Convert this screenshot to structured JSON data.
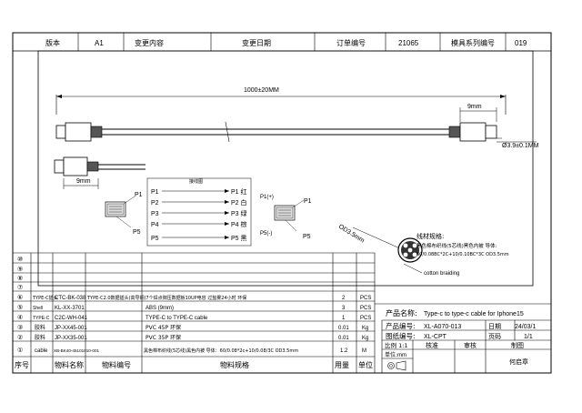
{
  "title_block_top": {
    "version_label": "版本",
    "version_value": "A1",
    "change_content_label": "变更内容",
    "change_date_label": "变更日期",
    "order_no_label": "订单编号",
    "order_no_value": "21065",
    "mold_series_label": "模具系列编号",
    "mold_series_value": "019"
  },
  "dimensions": {
    "total_length": "1000±20MM",
    "right_end_length": "9mm",
    "left_end_length": "9mm",
    "diameter": "Ø3.9±0.1MM"
  },
  "wiring": {
    "title": "接线图",
    "left_pins": [
      "P1",
      "P2",
      "P3",
      "P4",
      "P5"
    ],
    "right_pins": [
      "P1 红",
      "P2 白",
      "P3 绿",
      "P4 棕",
      "P5 黑"
    ],
    "left_connector_top": "P1",
    "left_connector_bottom": "P5",
    "right_connector_top": "P1",
    "right_label_plus": "P1(+)",
    "right_label_minus": "P5(-)",
    "right_connector_bottom": "P5"
  },
  "cross_section": {
    "od": "OD3.5mm",
    "spec_title": "线材规格:",
    "spec_line1": "黑色棉布织线(5芯线)黑色内被 导体:",
    "spec_line2": "60/0.08BC*2C+10/0.10BC*3C OD3.5mm",
    "braid_label": "cotton braiding"
  },
  "bom": {
    "header": {
      "seq": "序号",
      "name": "物料名称",
      "code": "物料编号",
      "spec": "物料规格",
      "qty": "用量",
      "unit": "单位"
    },
    "empty_rows": [
      "⑩",
      "⑨",
      "⑧",
      "⑦"
    ],
    "rows": [
      {
        "seq": "⑥",
        "name": "TYPE-C插头",
        "code": "CTC-BK-038",
        "spec": "TYPE-C2.0数据插头(高导铜)7个焊点御压数据板10UP电容  过盐雾24小时 环保",
        "qty": "2",
        "unit": "PCS"
      },
      {
        "seq": "⑤",
        "name": "Shell",
        "code": "KL-XX-3701",
        "spec": "ABS (9mm)",
        "qty": "3",
        "unit": "PCS"
      },
      {
        "seq": "④",
        "name": "TYPE-C",
        "code": "C2C-WH-041",
        "spec": "TYPE-C to TYPE-C cable",
        "qty": "1",
        "unit": "PCS"
      },
      {
        "seq": "③",
        "name": "胶料",
        "code": "JP-XX45-001",
        "spec": "PVC  45P   环保",
        "qty": "0.01",
        "unit": "Kg"
      },
      {
        "seq": "②",
        "name": "胶料",
        "code": "JP-XX35-001",
        "spec": "PVC  35P   环保",
        "qty": "0.01",
        "unit": "Kg"
      },
      {
        "seq": "①",
        "name": "cable",
        "code": "XB-BK40-45101010-001",
        "spec": "黑色棉布织线(5芯线)黑色内被  导体：60/0.08*2c+10/0.08/3C OD3.5mm",
        "qty": "1.2",
        "unit": "M"
      }
    ]
  },
  "title_block": {
    "product_name_label": "产品名称:",
    "product_name_value": "Type-c to type-c cable for Iphone15",
    "product_no_label": "产品编号:",
    "product_no_value": "XL-A070-013",
    "date_label": "日期",
    "date_value": "24/03/1",
    "drawing_no_label": "图纸编号:",
    "drawing_no_value": "XL-CPT",
    "page_label": "页码",
    "page_value": "1/1",
    "scale_label": "比例 1:1",
    "check_label": "核准",
    "review_label": "审核",
    "draw_label": "制图",
    "unit_label": "单位:",
    "unit_value": "mm",
    "drafter": "何启章"
  }
}
